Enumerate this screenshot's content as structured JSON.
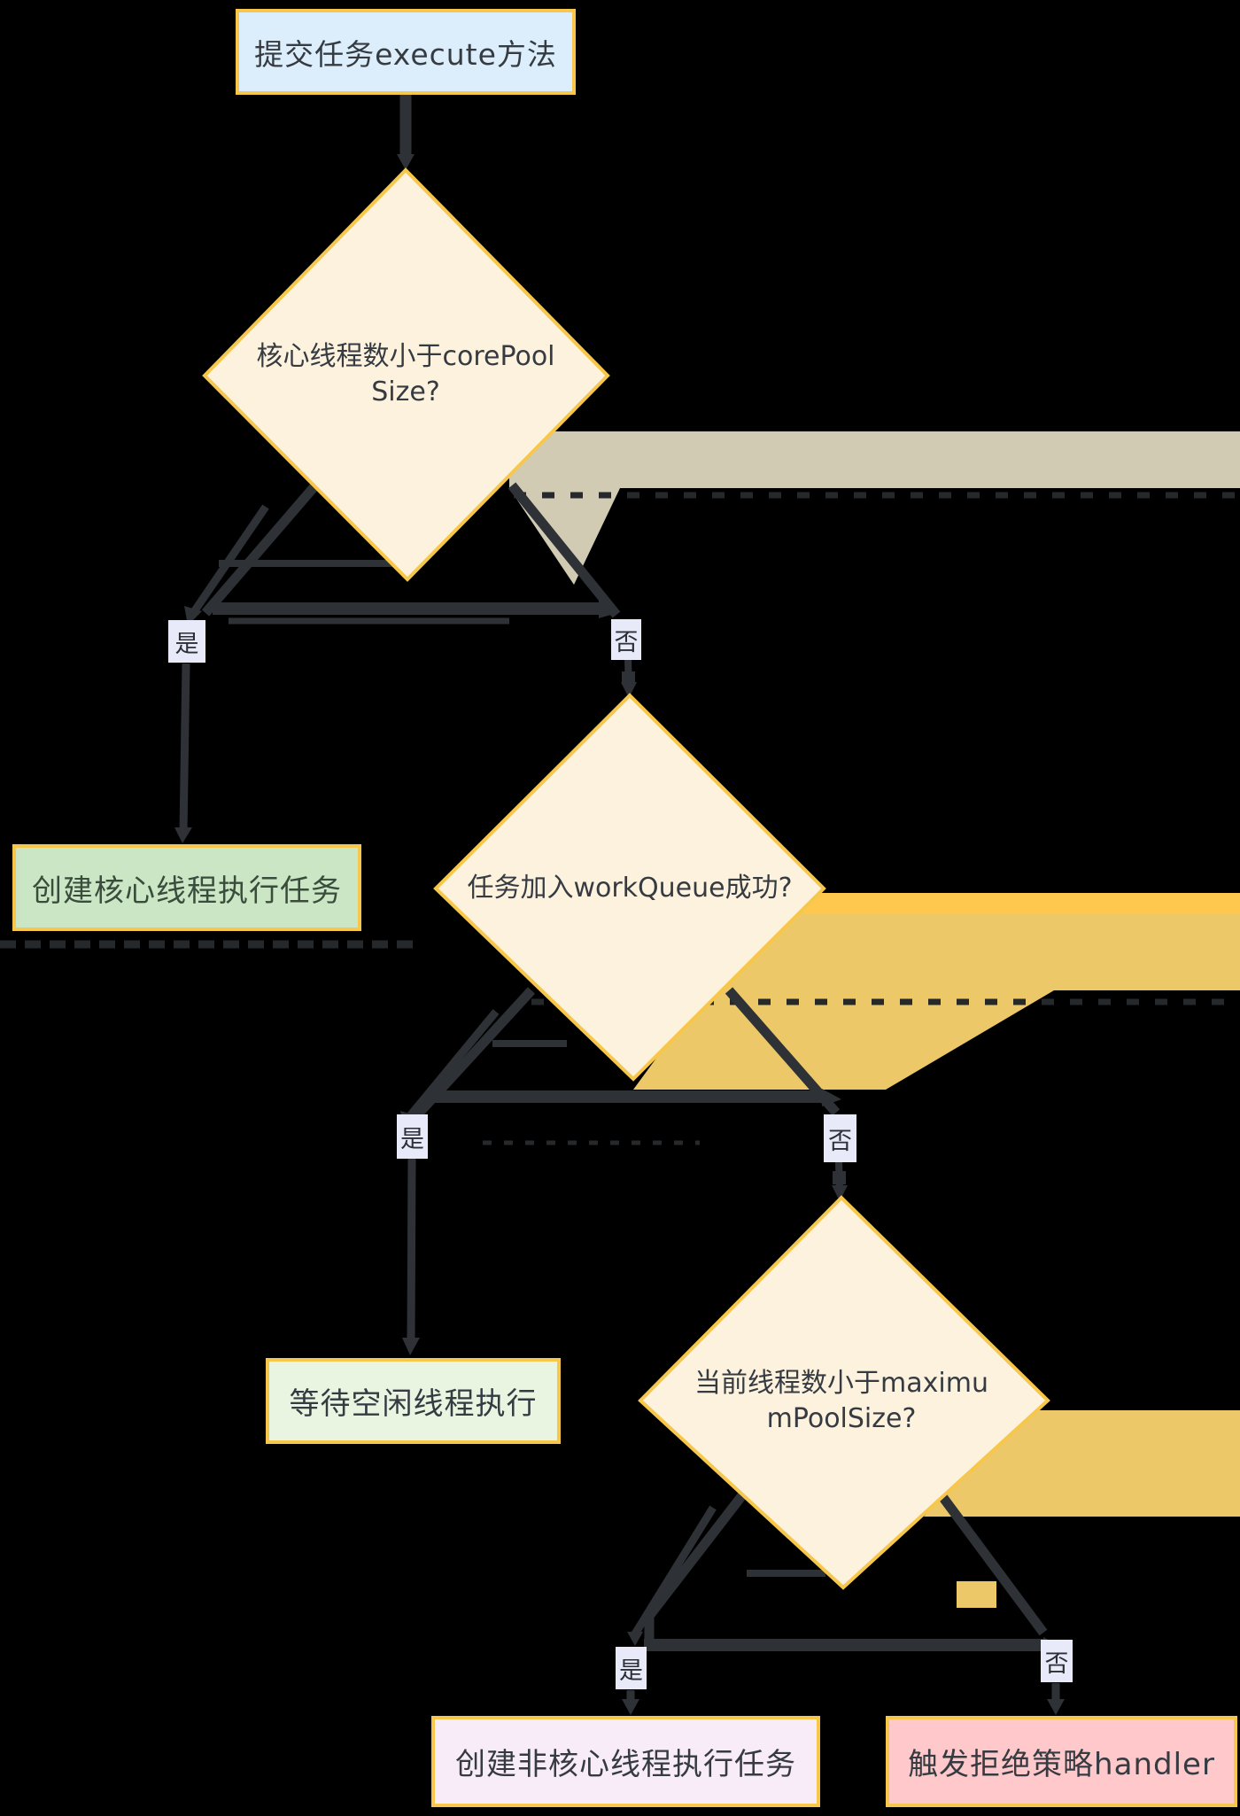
{
  "flowchart": {
    "nodes": {
      "start": {
        "label": "提交任务execute方法",
        "fill": "#dceefb"
      },
      "decision_core": {
        "label": "核心线程数小于corePoolSize?",
        "fill": "#fcf2de"
      },
      "create_core": {
        "label": "创建核心线程执行任务",
        "fill": "#cbe6c4"
      },
      "decision_queue": {
        "label": "任务加入workQueue成功?",
        "fill": "#fcf2de"
      },
      "wait_idle": {
        "label": "等待空闲线程执行",
        "fill": "#e9f4e1"
      },
      "decision_max": {
        "label": "当前线程数小于maximumPoolSize?",
        "fill": "#fcf2de"
      },
      "create_noncore": {
        "label": "创建非核心线程执行任务",
        "fill": "#f8ecf8"
      },
      "reject": {
        "label": "触发拒绝策略handler",
        "fill": "#ffc9cc"
      }
    },
    "edge_labels": {
      "d1_yes": "是",
      "d1_no": "否",
      "d2_yes": "是",
      "d2_no": "否",
      "d3_yes": "是",
      "d3_no": "否"
    },
    "colors": {
      "background": "#000000",
      "node_border": "#f6c74b",
      "diamond_fill": "#fcf2de",
      "connector": "#2e3236",
      "edge_label_bg": "#e9eaf9",
      "edge_label_text": "#2b2f36",
      "node_text": "#363b42",
      "band_tan": "#d2cbb4",
      "band_gold": "#ecc869",
      "band_gold_bright": "#fec84e",
      "dash": "#26292c"
    }
  }
}
